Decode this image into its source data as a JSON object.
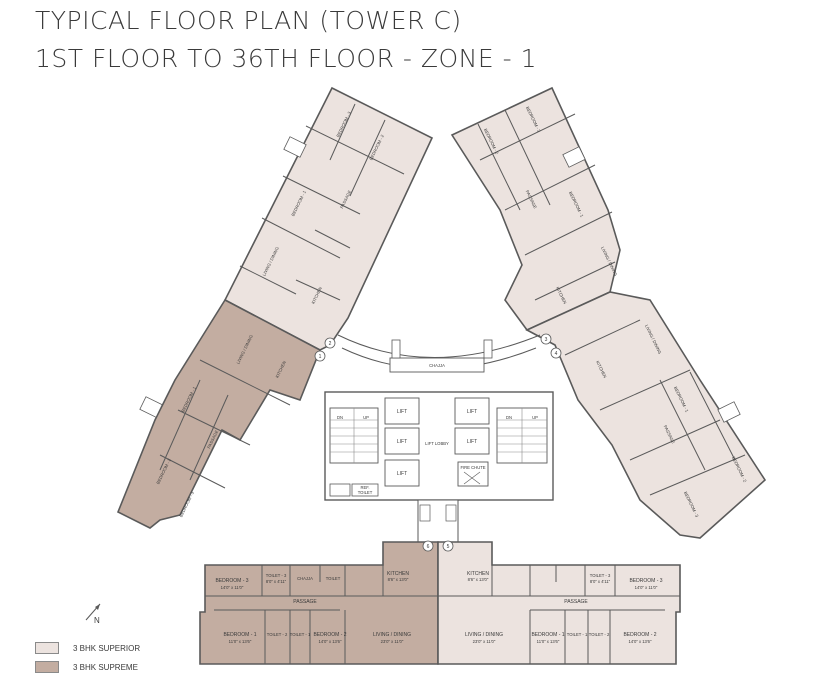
{
  "title": {
    "line1": "TYPICAL FLOOR PLAN (TOWER C)",
    "line2": "1ST FLOOR TO 36TH FLOOR - ZONE - 1"
  },
  "colors": {
    "superior": "#ece3df",
    "supreme": "#c3ada1",
    "wall": "#5a5a5a",
    "core": "#ffffff"
  },
  "legend": [
    {
      "label": "3 BHK SUPERIOR",
      "color": "#ece3df"
    },
    {
      "label": "3 BHK SUPREME",
      "color": "#c3ada1"
    }
  ],
  "compass": {
    "label": "N",
    "icon": "north-arrow-icon"
  },
  "core_labels": {
    "lift": "LIFT",
    "lift_lobby": "LIFT LOBBY",
    "fire_chute": "FIRE CHUTE",
    "dn": "DN",
    "up": "UP",
    "ref": "REF.",
    "toilet": "TOILET"
  },
  "bottom_left": {
    "bedroom3": "BEDROOM - 3",
    "bedroom3_dim": "14'0\" x 11'0\"",
    "toilet3": "TOILET - 3",
    "toilet3_dim": "8'0\" x 4'11\"",
    "chajja": "CHAJJA",
    "toilet": "TOILET",
    "kitchen": "KITCHEN",
    "kitchen_dim": "8'6\" x 13'0\"",
    "passage": "PASSAGE",
    "bedroom1": "BEDROOM - 1",
    "bedroom1_dim": "11'0\" x 13'6\"",
    "toilet2": "TOILET - 2",
    "toilet1": "TOILET - 1",
    "bedroom2": "BEDROOM - 2",
    "bedroom2_dim": "14'0\" x 13'6\"",
    "living": "LIVING / DINING",
    "living_dim": "23'0\" x 11'0\"",
    "unit_no": "6"
  },
  "bottom_right": {
    "kitchen": "KITCHEN",
    "kitchen_dim": "8'6\" x 13'0\"",
    "toilet3": "TOILET - 3",
    "toilet3_dim": "8'0\" x 4'11\"",
    "bedroom3": "BEDROOM - 3",
    "bedroom3_dim": "14'0\" x 11'0\"",
    "passage": "PASSAGE",
    "living": "LIVING / DINING",
    "living_dim": "23'0\" x 11'0\"",
    "bedroom1": "BEDROOM - 1",
    "bedroom1_dim": "11'0\" x 13'6\"",
    "toilet1": "TOILET - 1",
    "toilet2": "TOILET - 2",
    "bedroom2": "BEDROOM - 2",
    "bedroom2_dim": "14'0\" x 13'6\"",
    "unit_no": "5"
  },
  "left_wing": {
    "bedroom3": "BEDROOM - 3",
    "bedroom2": "BEDROOM - 2",
    "bedroom1": "BEDROOM - 1",
    "living": "LIVING / DINING",
    "kitchen": "KITCHEN",
    "passage": "PASSAGE",
    "chajja": "CHAJJA",
    "upper_unit_no": "2",
    "lower_unit_no": "1"
  },
  "right_wing": {
    "bedroom3": "BEDROOM - 3",
    "bedroom2": "BEDROOM - 2",
    "bedroom1": "BEDROOM - 1",
    "living": "LIVING / DINING",
    "kitchen": "KITCHEN",
    "passage": "PASSAGE",
    "chajja": "CHAJJA",
    "upper_unit_no": "3",
    "lower_unit_no": "4"
  }
}
